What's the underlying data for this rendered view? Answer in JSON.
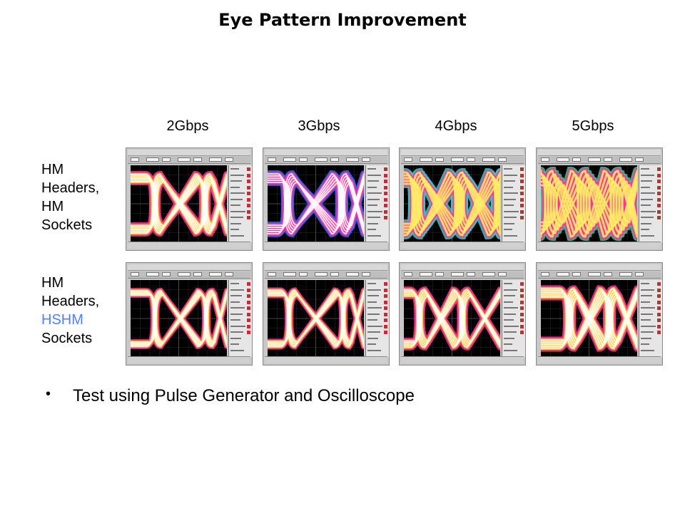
{
  "title": "Eye Pattern Improvement",
  "columns": [
    "2Gbps",
    "3Gbps",
    "4Gbps",
    "5Gbps"
  ],
  "rows": [
    {
      "line1": "HM",
      "line2": "Headers,",
      "line3": "HM",
      "line4": "Sockets"
    },
    {
      "line1": "HM",
      "line2": "Headers,",
      "line3": "HSHM",
      "line4": "Sockets"
    }
  ],
  "colors": {
    "highlight": "#4f81ff"
  },
  "bullet": {
    "icon": "bullet-dot",
    "text": "Test using Pulse Generator and Oscilloscope"
  }
}
